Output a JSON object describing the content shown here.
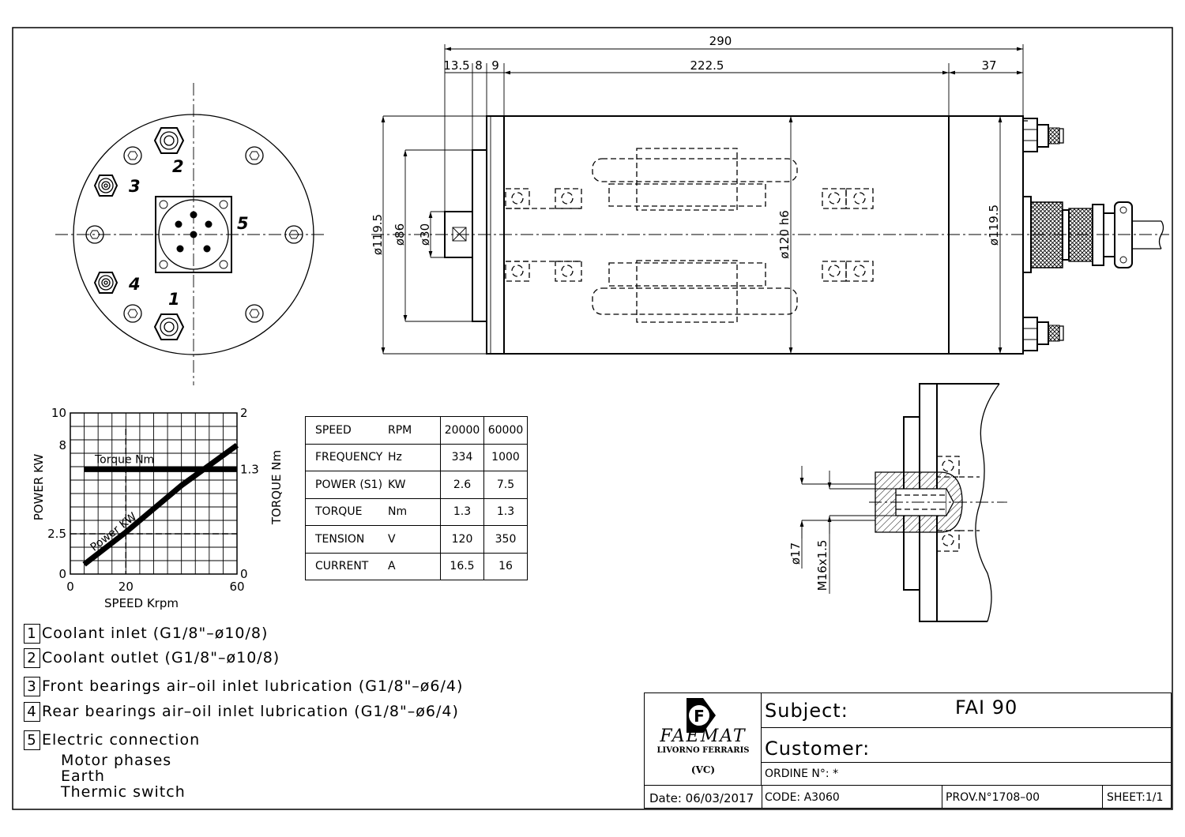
{
  "drawing": {
    "front_view": {
      "port_labels": [
        "1",
        "2",
        "3",
        "4",
        "5"
      ]
    },
    "side_view": {
      "dimensions": {
        "overall_length": "290",
        "seg_1": "13.5",
        "seg_2": "8",
        "seg_3": "9",
        "body_length": "222.5",
        "rear_length": "37",
        "dia_front": "ø119.5",
        "dia_flange": "ø86",
        "dia_shaft": "ø30",
        "dia_body": "ø120 h6",
        "dia_rear": "ø119.5"
      }
    },
    "detail_view": {
      "dimensions": {
        "dia_bore": "ø17",
        "thread": "M16x1.5"
      }
    }
  },
  "chart_data": {
    "type": "line",
    "x": [
      5,
      20,
      40,
      60
    ],
    "xlabel": "SPEED Krpm",
    "ylabel_left": "POWER KW",
    "ylabel_right": "TORQUE Nm",
    "x_ticks": [
      "0",
      "20",
      "60"
    ],
    "y_left_ticks": [
      "0",
      "2.5",
      "8",
      "10"
    ],
    "y_right_ticks": [
      "0",
      "1.3",
      "2"
    ],
    "xlim": [
      0,
      60
    ],
    "ylim_left": [
      0,
      10
    ],
    "ylim_right": [
      0,
      2
    ],
    "grid": true,
    "series": [
      {
        "name": "Power KW",
        "axis": "left",
        "x": [
          5,
          20,
          40,
          60
        ],
        "values": [
          0.6,
          2.6,
          5.5,
          8.0
        ]
      },
      {
        "name": "Torque Nm",
        "axis": "right",
        "x": [
          5,
          60
        ],
        "values": [
          1.3,
          1.3
        ]
      }
    ],
    "reference_lines": {
      "x": 20,
      "y_left": 2.5
    }
  },
  "spec_table": {
    "header": {
      "name": "SPEED",
      "unit": "RPM",
      "v1": "20000",
      "v2": "60000"
    },
    "rows": [
      {
        "name": "FREQUENCY",
        "unit": "Hz",
        "v1": "334",
        "v2": "1000"
      },
      {
        "name": "POWER (S1)",
        "unit": "KW",
        "v1": "2.6",
        "v2": "7.5"
      },
      {
        "name": "TORQUE",
        "unit": "Nm",
        "v1": "1.3",
        "v2": "1.3"
      },
      {
        "name": "TENSION",
        "unit": "V",
        "v1": "120",
        "v2": "350"
      },
      {
        "name": "CURRENT",
        "unit": "A",
        "v1": "16.5",
        "v2": "16"
      }
    ]
  },
  "legend": {
    "items": [
      {
        "num": "1",
        "text": "Coolant inlet (G1/8\"–ø10/8)"
      },
      {
        "num": "2",
        "text": "Coolant outlet (G1/8\"–ø10/8)"
      },
      {
        "num": "3",
        "text": "Front bearings air–oil inlet lubrication (G1/8\"–ø6/4)"
      },
      {
        "num": "4",
        "text": "Rear bearings air–oil inlet lubrication (G1/8\"–ø6/4)"
      },
      {
        "num": "5",
        "text": "Electric connection"
      }
    ],
    "sub_items": [
      "Motor phases",
      "Earth",
      "Thermic switch"
    ]
  },
  "title_block": {
    "logo_letter": "F",
    "company": "FAEMAT",
    "city": "LIVORNO FERRARIS",
    "province": "(VC)",
    "subject_label": "Subject:",
    "subject_value": "FAI 90",
    "customer_label": "Customer:",
    "order_label": "ORDINE N°: *",
    "date": "Date: 06/03/2017",
    "code": "CODE: A3060",
    "prov": "PROV.N°1708–00",
    "sheet": "SHEET:1/1"
  }
}
